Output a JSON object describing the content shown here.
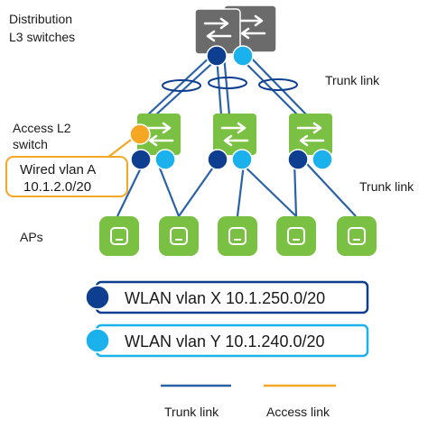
{
  "labels": {
    "distribution_line1": "Distribution",
    "distribution_line2": "L3 switches",
    "access_line1": "Access L2",
    "access_line2": "switch",
    "aps": "APs",
    "trunk_link_top": "Trunk link",
    "trunk_link_mid": "Trunk link"
  },
  "wired_callout": {
    "line1": "Wired vlan A",
    "line2": "10.1.2.0/20"
  },
  "wlan_boxes": [
    {
      "text": "WLAN vlan X 10.1.250.0/20"
    },
    {
      "text": "WLAN vlan Y 10.1.240.0/20"
    }
  ],
  "legend": {
    "trunk": "Trunk link",
    "access": "Access link"
  },
  "colors": {
    "dark_blue": "#0d3e8f",
    "light_blue": "#1ab1ec",
    "green": "#7ac143",
    "gray_switch": "#6b6b6b",
    "orange": "#f5a623",
    "link_blue": "#2a62a8"
  },
  "icons": {
    "distribution_switch": "layer3-switch-icon",
    "access_switch": "layer2-switch-icon",
    "access_point": "wireless-ap-icon"
  }
}
